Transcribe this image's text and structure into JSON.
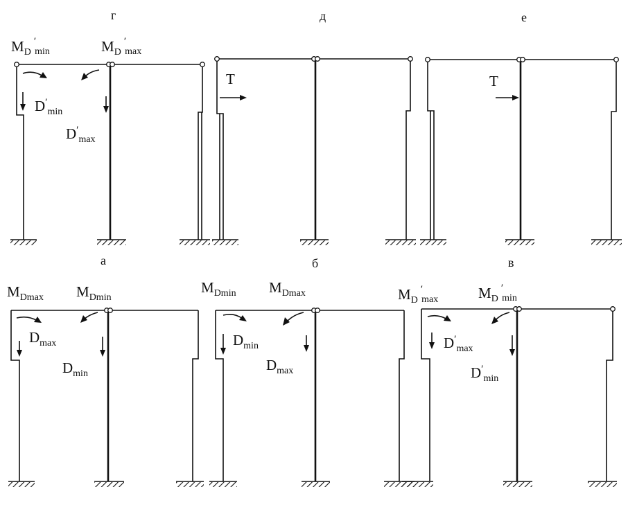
{
  "panels": [
    {
      "id": "g",
      "caption": "г",
      "labels": [
        {
          "main": "M",
          "sub": "D",
          "sup": "′",
          "sub2": "min"
        },
        {
          "main": "M",
          "sub": "D",
          "sup": "′",
          "sub2": "max"
        },
        {
          "main": "D",
          "sub": "min",
          "sup": "′"
        },
        {
          "main": "D",
          "sub": "max",
          "sup": "′"
        }
      ]
    },
    {
      "id": "d",
      "caption": "д",
      "labels": [
        {
          "main": "T"
        }
      ]
    },
    {
      "id": "e",
      "caption": "е",
      "labels": [
        {
          "main": "T"
        }
      ]
    },
    {
      "id": "a",
      "caption": "а",
      "labels": [
        {
          "main": "M",
          "sub": "Dmax"
        },
        {
          "main": "M",
          "sub": "Dmin"
        },
        {
          "main": "D",
          "sub": "max"
        },
        {
          "main": "D",
          "sub": "min"
        }
      ]
    },
    {
      "id": "b",
      "caption": "б",
      "labels": [
        {
          "main": "M",
          "sub": "Dmin"
        },
        {
          "main": "M",
          "sub": "Dmax"
        },
        {
          "main": "D",
          "sub": "min"
        },
        {
          "main": "D",
          "sub": "max"
        }
      ]
    },
    {
      "id": "v",
      "caption": "в",
      "labels": [
        {
          "main": "M",
          "sub": "D",
          "sup": "′",
          "sub2": "max"
        },
        {
          "main": "M",
          "sub": "D",
          "sup": "′",
          "sub2": "min"
        },
        {
          "main": "D",
          "sub": "max",
          "sup": "′"
        },
        {
          "main": "D",
          "sub": "min",
          "sup": "′"
        }
      ]
    }
  ]
}
